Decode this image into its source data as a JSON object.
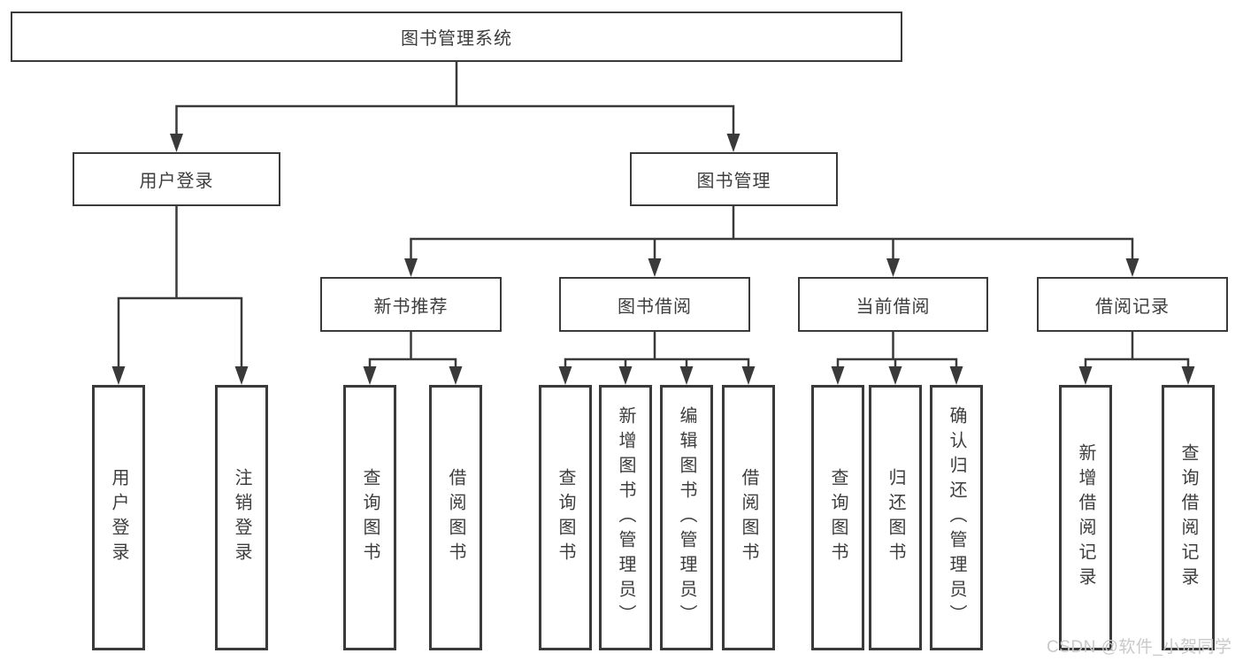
{
  "title": "图书管理系统",
  "watermark": "CSDN @软件_小贺同学",
  "colors": {
    "line": "#3a3a3a",
    "text": "#3d3d3d",
    "watermark": "#c9c9c9",
    "background": "#ffffff"
  },
  "branches": {
    "user": {
      "label": "用户登录",
      "children": [
        "用户登录",
        "注销登录"
      ]
    },
    "mgmt": {
      "label": "图书管理",
      "sub": [
        {
          "label": "新书推荐",
          "children": [
            "查询图书",
            "借阅图书"
          ]
        },
        {
          "label": "图书借阅",
          "children": [
            "查询图书",
            "新增图书（管理员）",
            "编辑图书（管理员）",
            "借阅图书"
          ]
        },
        {
          "label": "当前借阅",
          "children": [
            "查询图书",
            "归还图书",
            "确认归还（管理员）"
          ]
        },
        {
          "label": "借阅记录",
          "children": [
            "新增借阅记录",
            "查询借阅记录"
          ]
        }
      ]
    }
  }
}
